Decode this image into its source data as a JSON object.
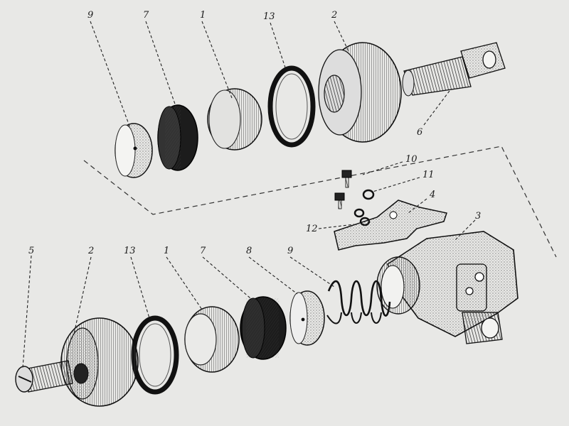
{
  "diagram": {
    "callouts": {
      "upper_9": "9",
      "upper_7": "7",
      "upper_1": "1",
      "upper_13": "13",
      "upper_2": "2",
      "upper_6": "6",
      "mid_10": "10",
      "mid_11": "11",
      "mid_4": "4",
      "mid_12": "12",
      "lower_3": "3",
      "lower_5": "5",
      "lower_2": "2",
      "lower_13": "13",
      "lower_1": "1",
      "lower_7": "7",
      "lower_8": "8",
      "lower_9": "9"
    }
  }
}
